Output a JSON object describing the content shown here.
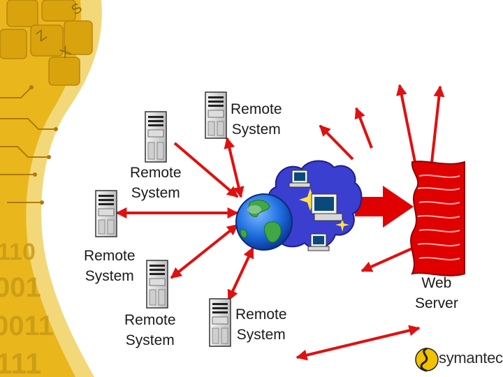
{
  "diagram": {
    "nodes": [
      {
        "id": "remote-top",
        "line1": "Remote",
        "line2": "System"
      },
      {
        "id": "remote-mid-upper",
        "line1": "Remote",
        "line2": "System"
      },
      {
        "id": "remote-left",
        "line1": "Remote",
        "line2": "System"
      },
      {
        "id": "remote-bottom-left",
        "line1": "Remote",
        "line2": "System"
      },
      {
        "id": "remote-bottom-center",
        "line1": "Remote",
        "line2": "System"
      },
      {
        "id": "web-server",
        "line1": "Web",
        "line2": "Server"
      }
    ],
    "center": "globe-network-cloud"
  },
  "branding": {
    "logo_text": "symantec."
  },
  "colors": {
    "arrow": "#e01010",
    "background_accent": "#e8b418",
    "cloud": "#3a3fd0",
    "server_red": "#e00000"
  }
}
